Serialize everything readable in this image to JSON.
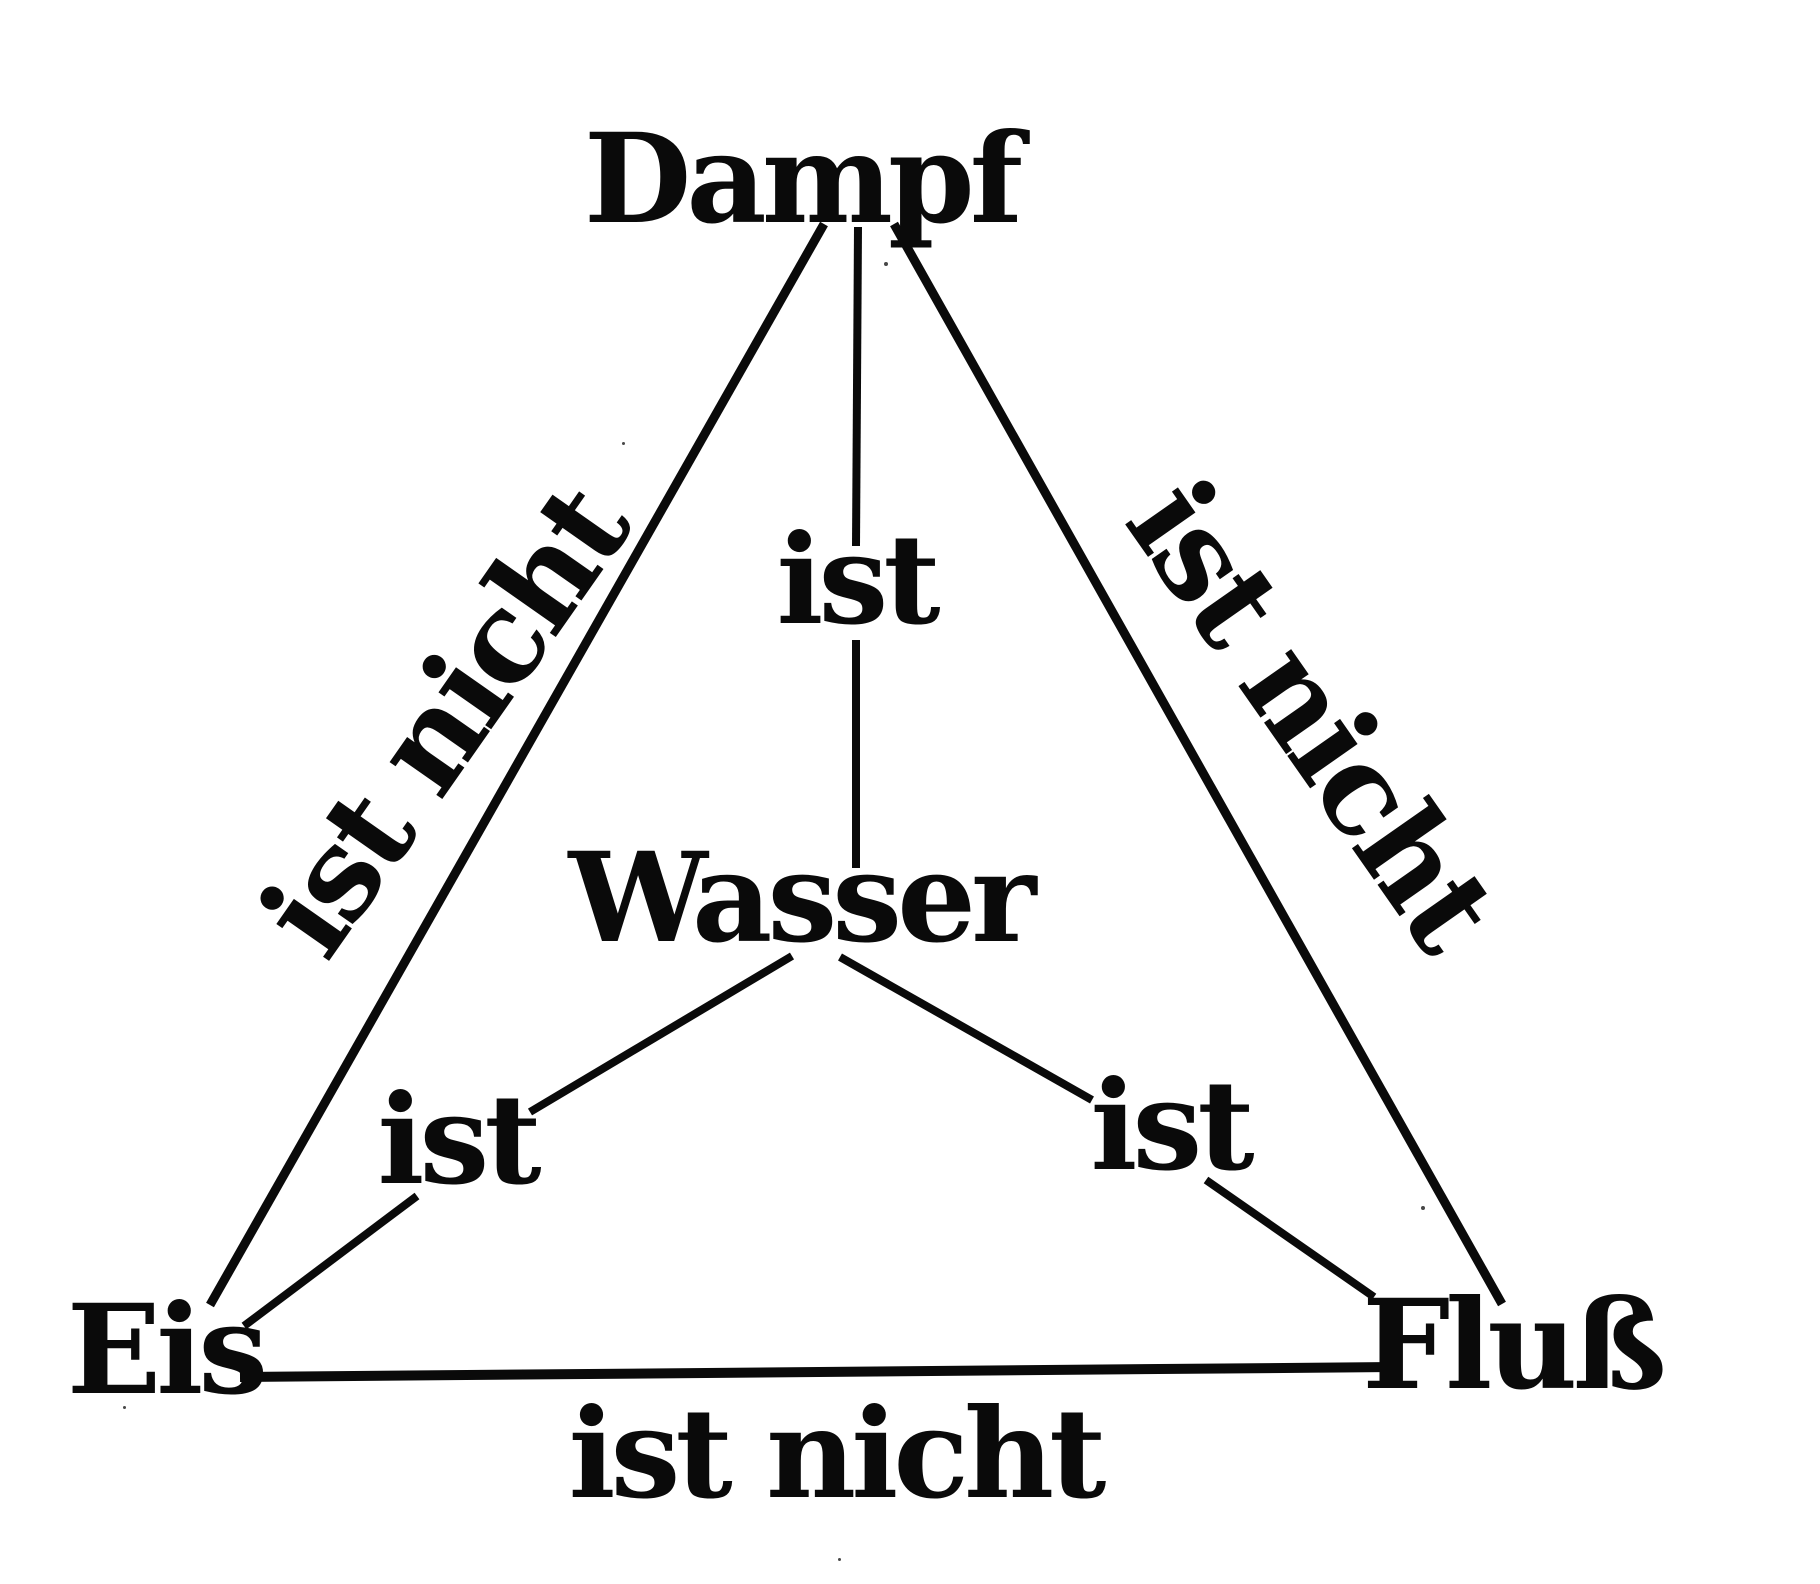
{
  "diagram": {
    "type": "triangle-relationship-diagram",
    "ink_color": "#0a0a0a",
    "paper_color": "#ffffff",
    "nodes": {
      "top": {
        "label": "Dampf"
      },
      "center": {
        "label": "Wasser"
      },
      "bottom_left": {
        "label": "Eis"
      },
      "bottom_right": {
        "label": "Fluß"
      }
    },
    "edges": {
      "dampf_wasser": {
        "label": "ist"
      },
      "wasser_eis": {
        "label": "ist"
      },
      "wasser_fluss": {
        "label": "ist"
      },
      "dampf_eis": {
        "label": "ist nicht"
      },
      "dampf_fluss": {
        "label": "ist nicht"
      },
      "eis_fluss": {
        "label": "ist nicht"
      }
    }
  }
}
